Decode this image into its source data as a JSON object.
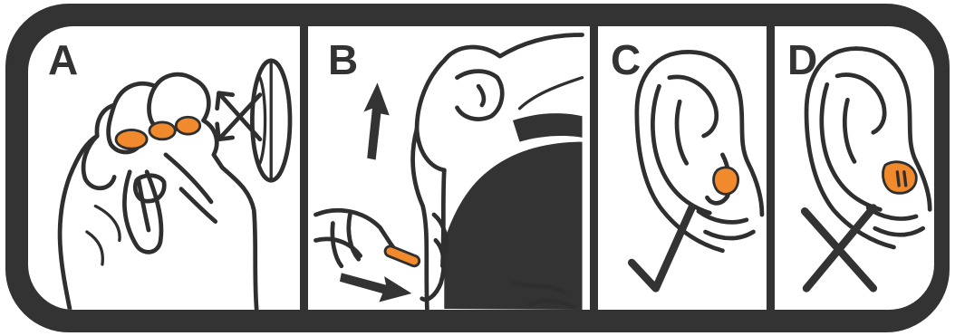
{
  "panels": [
    {
      "letter": "A",
      "illustration": "hand-rolling-earplug"
    },
    {
      "letter": "B",
      "illustration": "pulling-ear-and-inserting-earplug"
    },
    {
      "letter": "C",
      "illustration": "earplug-correctly-inserted",
      "mark": "check"
    },
    {
      "letter": "D",
      "illustration": "earplug-incorrectly-inserted",
      "mark": "cross"
    }
  ],
  "colors": {
    "frame": "#333333",
    "earplug": "#f08a2c",
    "background": "#ffffff"
  }
}
